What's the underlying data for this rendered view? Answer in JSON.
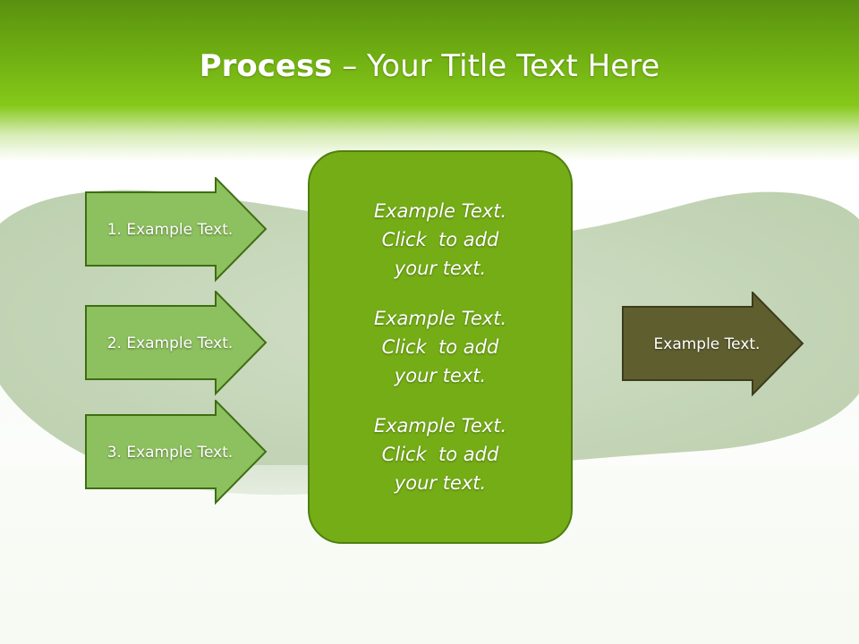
{
  "title": {
    "bold": "Process",
    "rest": " – Your Title Text Here"
  },
  "steps": [
    {
      "label": "1. Example Text."
    },
    {
      "label": "2. Example Text."
    },
    {
      "label": "3. Example Text."
    }
  ],
  "center": {
    "blocks": [
      {
        "lines": [
          "Example Text.",
          "Click  to add",
          "your text."
        ]
      },
      {
        "lines": [
          "Example Text.",
          "Click  to add",
          "your text."
        ]
      },
      {
        "lines": [
          "Example Text.",
          "Click  to add",
          "your text."
        ]
      }
    ]
  },
  "output": {
    "label": "Example Text."
  },
  "colors": {
    "step_fill": "#8dc05e",
    "step_stroke": "#3f6e12",
    "center_fill": "#75ad17",
    "output_fill": "#5f5e2f",
    "title_band": "#6fae12"
  }
}
